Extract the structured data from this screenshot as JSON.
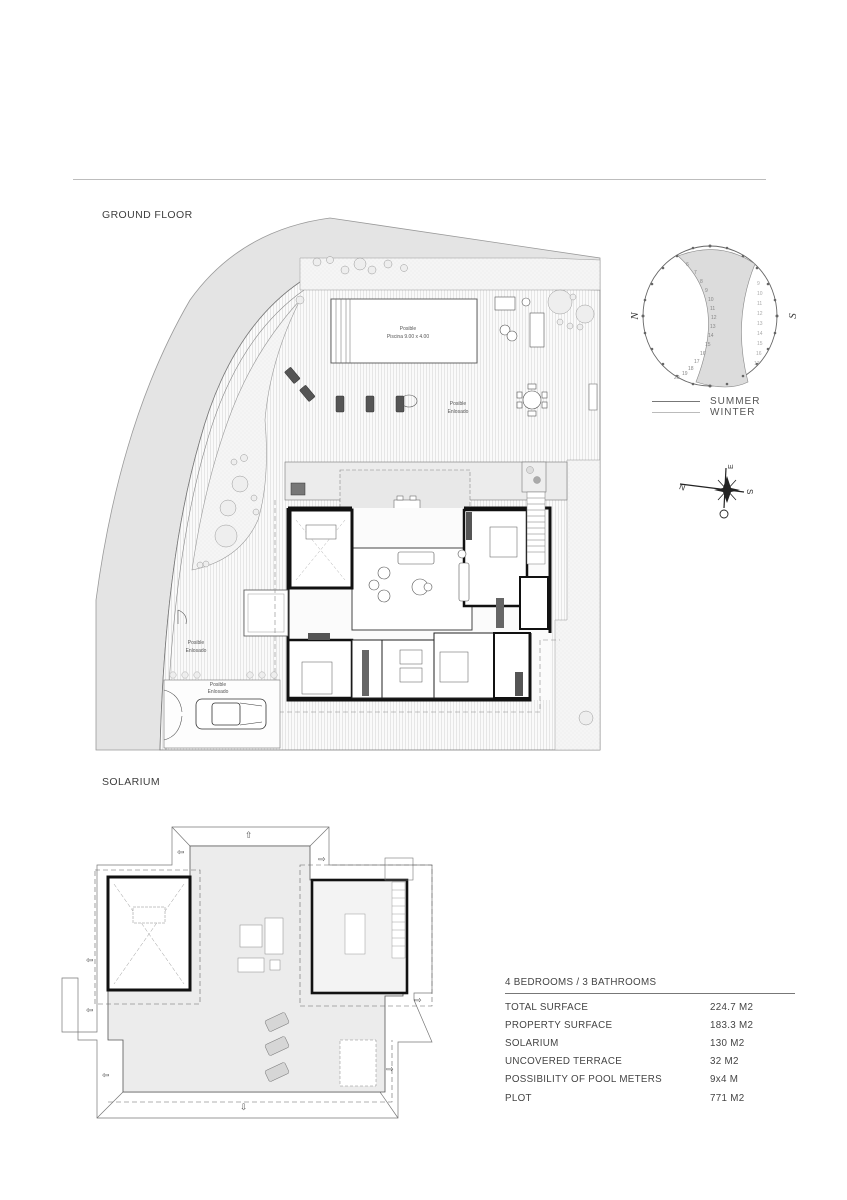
{
  "sections": {
    "ground_floor": "GROUND FLOOR",
    "solarium": "SOLARIUM"
  },
  "plan_labels": {
    "pool": "Posible",
    "pool_size": "Piscina 9.00 x 4.00",
    "paving_1a": "Posible",
    "paving_1b": "Enlosado",
    "paving_2a": "Posible",
    "paving_2b": "Enlosado",
    "paving_3a": "Posible",
    "paving_3b": "Enlosado"
  },
  "sun_chart": {
    "north": "N",
    "south": "S",
    "summer_hours": [
      "6",
      "7",
      "8",
      "9",
      "10",
      "11",
      "12",
      "13",
      "14",
      "15",
      "16",
      "17",
      "18",
      "19",
      "20"
    ],
    "winter_hours": [
      "9",
      "10",
      "11",
      "12",
      "13",
      "14",
      "15",
      "16",
      "17"
    ],
    "legend": {
      "summer": "SUMMER",
      "winter": "WINTER"
    },
    "shade_color": "#dcdcdc"
  },
  "compass": {
    "n": "N",
    "s": "S",
    "e": "E",
    "o": "O"
  },
  "specs": {
    "heading": "4 BEDROOMS / 3 BATHROOMS",
    "rows": [
      {
        "label": "TOTAL SURFACE",
        "value": "224.7 M2"
      },
      {
        "label": "PROPERTY SURFACE",
        "value": "183.3 M2"
      },
      {
        "label": "SOLARIUM",
        "value": "130 M2"
      },
      {
        "label": "UNCOVERED TERRACE",
        "value": "32 M2"
      },
      {
        "label": "POSSIBILITY OF POOL METERS",
        "value": "9x4 M"
      },
      {
        "label": "PLOT",
        "value": "771 M2"
      }
    ]
  }
}
